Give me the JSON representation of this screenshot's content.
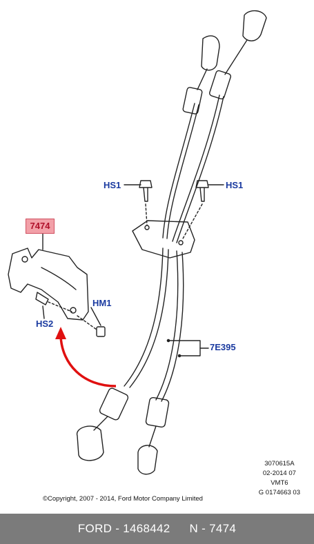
{
  "diagram": {
    "part_label": "7474",
    "callouts": {
      "hs1_left": "HS1",
      "hs1_right": "HS1",
      "hm1": "HM1",
      "hs2": "HS2",
      "cable": "7E395"
    },
    "meta": {
      "line1": "3070615A",
      "line2": "02-2014 07",
      "line3": "VMT6",
      "line4": "G 0174663 03"
    },
    "copyright": "©Copyright, 2007 - 2014, Ford Motor Company Limited",
    "arrow_color": "#e01010",
    "label_color": "#1a3aa0"
  },
  "footer": {
    "brand_part": "FORD - 1468442",
    "ref": "N - 7474"
  }
}
